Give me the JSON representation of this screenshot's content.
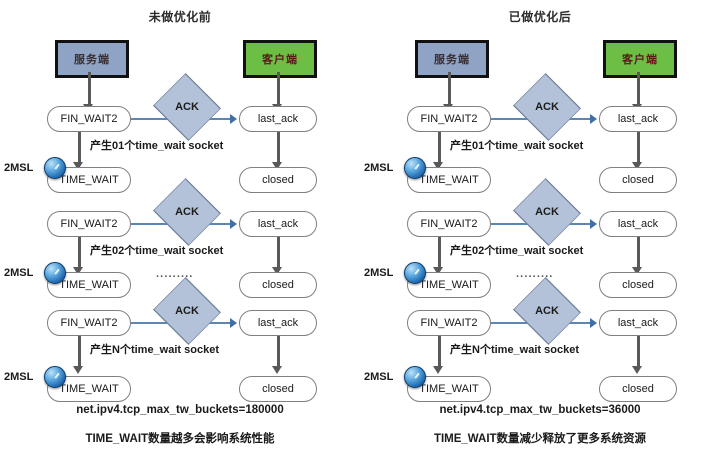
{
  "panels": [
    {
      "id": "before",
      "title": "未做优化前",
      "server_label": "服务端",
      "client_label": "客户端",
      "ack_label": "ACK",
      "msl_label": "2MSL",
      "fin_label": "FIN_WAIT2",
      "timewait_label": "TIME_WAIT",
      "lastack_label": "last_ack",
      "closed_label": "closed",
      "dots": "·········",
      "notes": [
        "产生01个time_wait socket",
        "产生02个time_wait socket",
        "产生N个time_wait socket"
      ],
      "sysctl": "net.ipv4.tcp_max_tw_buckets=180000",
      "summary": "TIME_WAIT数量越多会影响系统性能"
    },
    {
      "id": "after",
      "title": "已做优化后",
      "server_label": "服务端",
      "client_label": "客户端",
      "ack_label": "ACK",
      "msl_label": "2MSL",
      "fin_label": "FIN_WAIT2",
      "timewait_label": "TIME_WAIT",
      "lastack_label": "last_ack",
      "closed_label": "closed",
      "dots": "·········",
      "notes": [
        "产生01个time_wait socket",
        "产生02个time_wait socket",
        "产生N个time_wait socket"
      ],
      "sysctl": "net.ipv4.tcp_max_tw_buckets=36000",
      "summary": "TIME_WAIT数量减少释放了更多系统资源"
    }
  ],
  "colors": {
    "server_fill": "#8fa3c4",
    "client_fill": "#6cbe45",
    "ack_fill": "#b3c2d9",
    "arrow_gray": "#595959",
    "arrow_blue": "#5a87b5",
    "clock_blue": "#1a5fa8"
  }
}
